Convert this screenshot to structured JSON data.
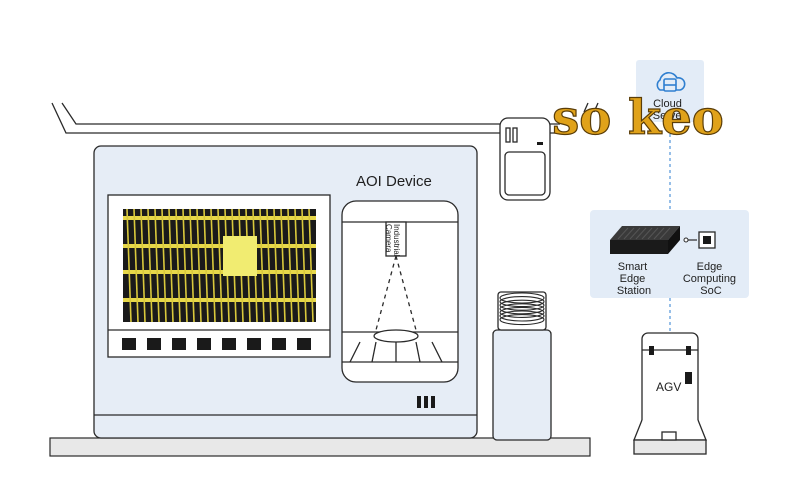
{
  "labels": {
    "aoi_device": "AOI Device",
    "industrial_camera": [
      "Industrial",
      "Camera"
    ],
    "cloud": [
      "Cloud",
      "Server"
    ],
    "smart_edge_station": [
      "Smart",
      "Edge",
      "Station"
    ],
    "edge_computing_soc": [
      "Edge",
      "Computing",
      "SoC"
    ],
    "agv": "AGV",
    "watermark": "so keo"
  },
  "colors": {
    "panel_fill": "#e6edf6",
    "machine_fill": "#eef2f7",
    "outline": "#1c1c1c",
    "pcb_yellow": "#e7d84a",
    "pcb_dark": "#1a1a1a",
    "accent_blue": "#2f7fd0",
    "watermark_fill": "#e0a21a"
  },
  "icons": [
    "cloud-server-icon",
    "edge-station-box-icon",
    "soc-chip-icon"
  ]
}
